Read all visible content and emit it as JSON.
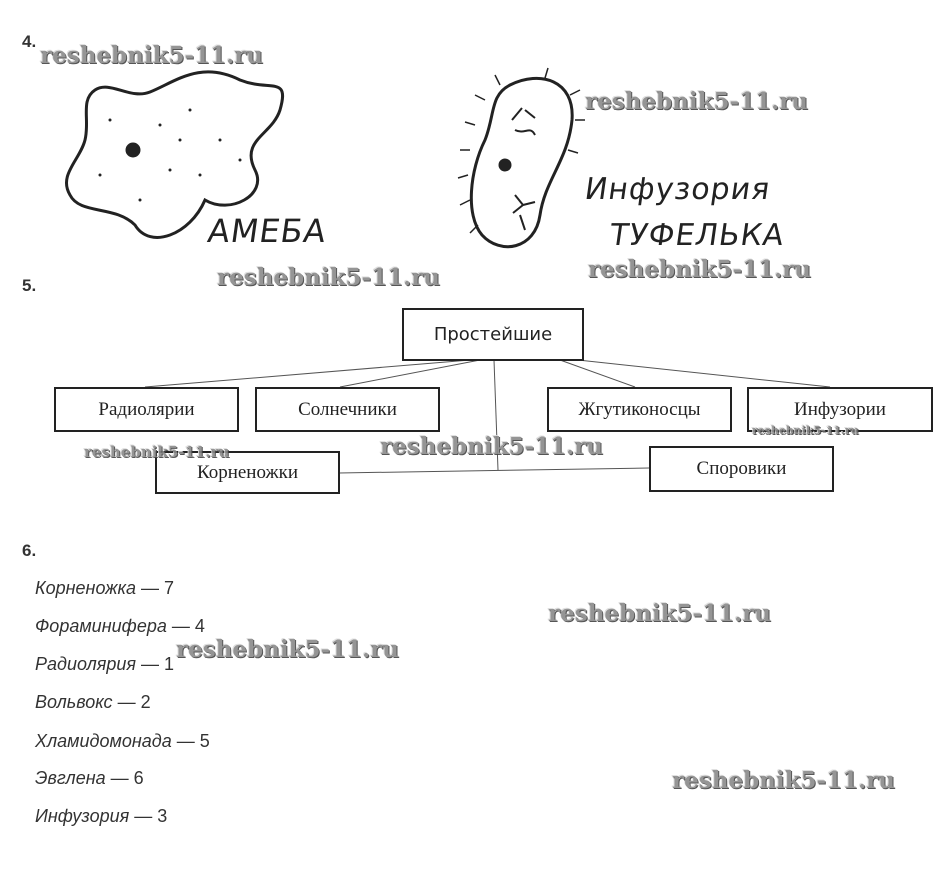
{
  "task4": {
    "number": "4.",
    "amoeba_label": "АМЕБА",
    "paramecium_label_line1": "Инфузория",
    "paramecium_label_line2": "ТУФЕЛЬКА"
  },
  "task5": {
    "number": "5.",
    "root": "Простейшие",
    "children": [
      "Радиолярии",
      "Солнечники",
      "Жгутиконосцы",
      "Инфузории",
      "Корненожки",
      "Споровики"
    ]
  },
  "task6": {
    "number": "6.",
    "items": [
      {
        "name": "Корненожка",
        "value": "— 7"
      },
      {
        "name": "Фораминифера",
        "value": "— 4"
      },
      {
        "name": "Радиолярия",
        "value": "— 1"
      },
      {
        "name": "Вольвокс",
        "value": "— 2"
      },
      {
        "name": "Хламидомонада",
        "value": "— 5"
      },
      {
        "name": "Эвглена",
        "value": "— 6"
      },
      {
        "name": "Инфузория",
        "value": "— 3"
      }
    ]
  },
  "watermark": "reshebnik5-11.ru"
}
